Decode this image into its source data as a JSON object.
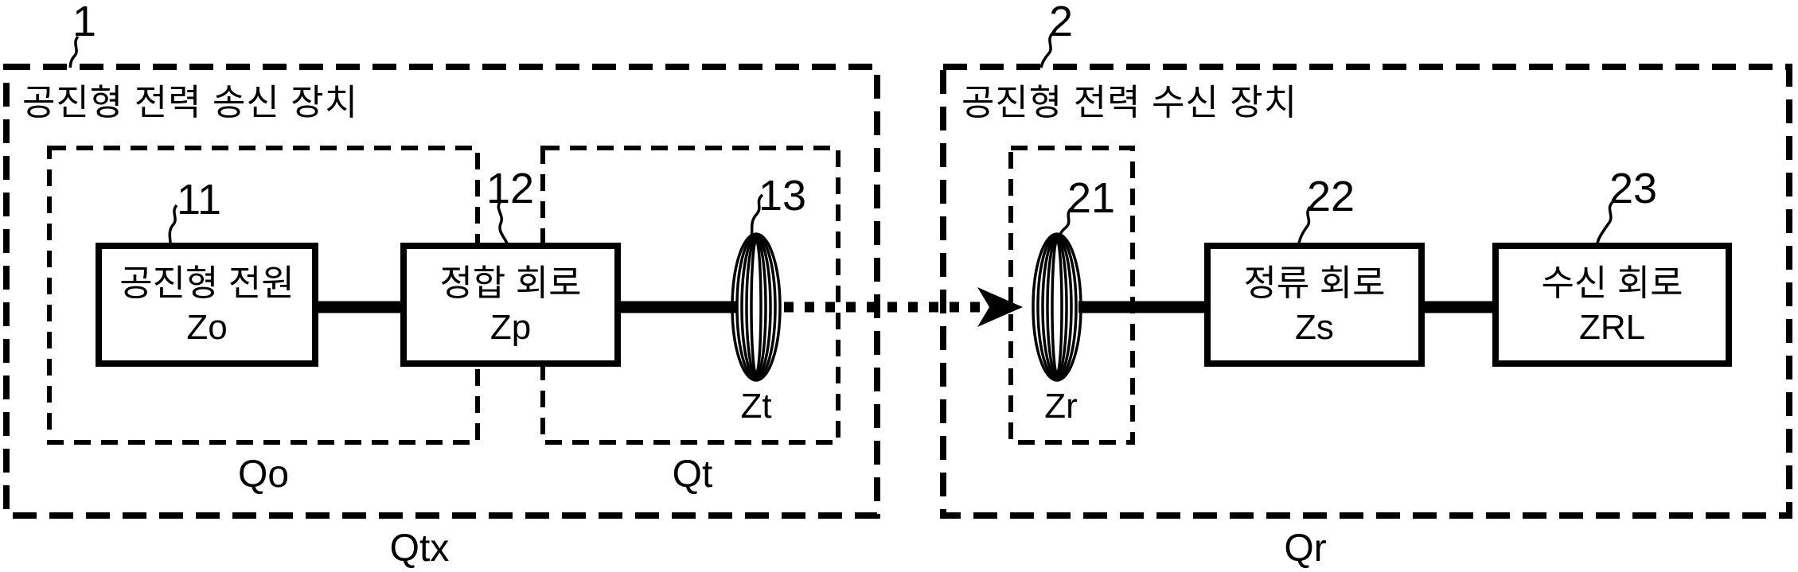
{
  "figure": {
    "background": "#ffffff",
    "ink": "#000000",
    "transmitter": {
      "ref": "1",
      "title": "공진형 전력 송신 장치",
      "bottom_label": "Qtx",
      "source_group": {
        "label": "Qo"
      },
      "coil_group": {
        "label": "Qt"
      },
      "source_box": {
        "ref": "11",
        "name": "공진형 전원",
        "impedance": "Zo"
      },
      "matching_box": {
        "ref": "12",
        "name": "정합 회로",
        "impedance": "Zp"
      },
      "transmit_coil": {
        "ref": "13",
        "impedance": "Zt"
      }
    },
    "receiver": {
      "ref": "2",
      "title": "공진형 전력 수신 장치",
      "bottom_label": "Qr",
      "receive_coil_group": {
        "ref": "21",
        "impedance": "Zr"
      },
      "rectifier_box": {
        "ref": "22",
        "name": "정류 회로",
        "impedance": "Zs"
      },
      "load_box": {
        "ref": "23",
        "name": "수신 회로",
        "impedance": "ZRL"
      }
    }
  }
}
